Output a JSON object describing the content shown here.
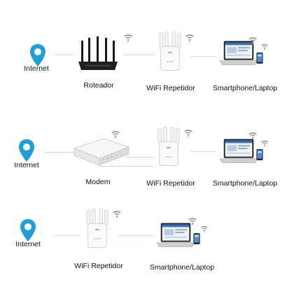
{
  "rows": [
    {
      "internet": "Internet",
      "device1": "Roteador",
      "device2": "WiFi Repetidor",
      "device3": "Smartphone/Laptop"
    },
    {
      "internet": "Internet",
      "device1": "Modem",
      "device2": "WiFi Repetidor",
      "device3": "Smartphone/Laptop"
    },
    {
      "internet": "Internet",
      "device1": "WiFi Repetidor",
      "device2": "Smartphone/Laptop"
    }
  ],
  "colors": {
    "pin": "#1e9fd8",
    "line": "#bfe0ea",
    "wifi": "#8a8a8a"
  },
  "icons": [
    "location-pin-icon",
    "router-icon",
    "modem-icon",
    "repeater-icon",
    "laptop-icon",
    "phone-icon",
    "wifi-icon"
  ]
}
